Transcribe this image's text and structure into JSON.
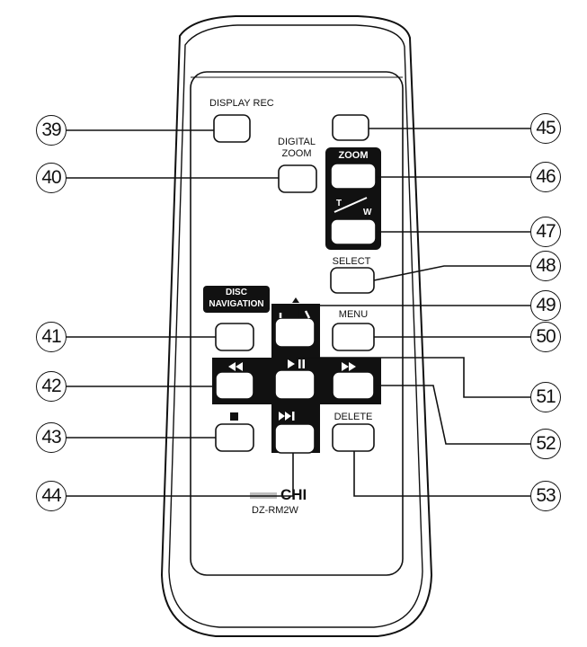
{
  "labels": {
    "display_rec": "DISPLAY REC",
    "digital_zoom_1": "DIGITAL",
    "digital_zoom_2": "ZOOM",
    "zoom": "ZOOM",
    "t": "T",
    "w": "W",
    "select": "SELECT",
    "disc_nav_1": "DISC",
    "disc_nav_2": "NAVIGATION",
    "menu": "MENU",
    "delete": "DELETE",
    "brand": "CHI",
    "model": "DZ-RM2W"
  },
  "callouts": [
    "39",
    "40",
    "41",
    "42",
    "43",
    "44",
    "45",
    "46",
    "47",
    "48",
    "49",
    "50",
    "51",
    "52",
    "53"
  ]
}
